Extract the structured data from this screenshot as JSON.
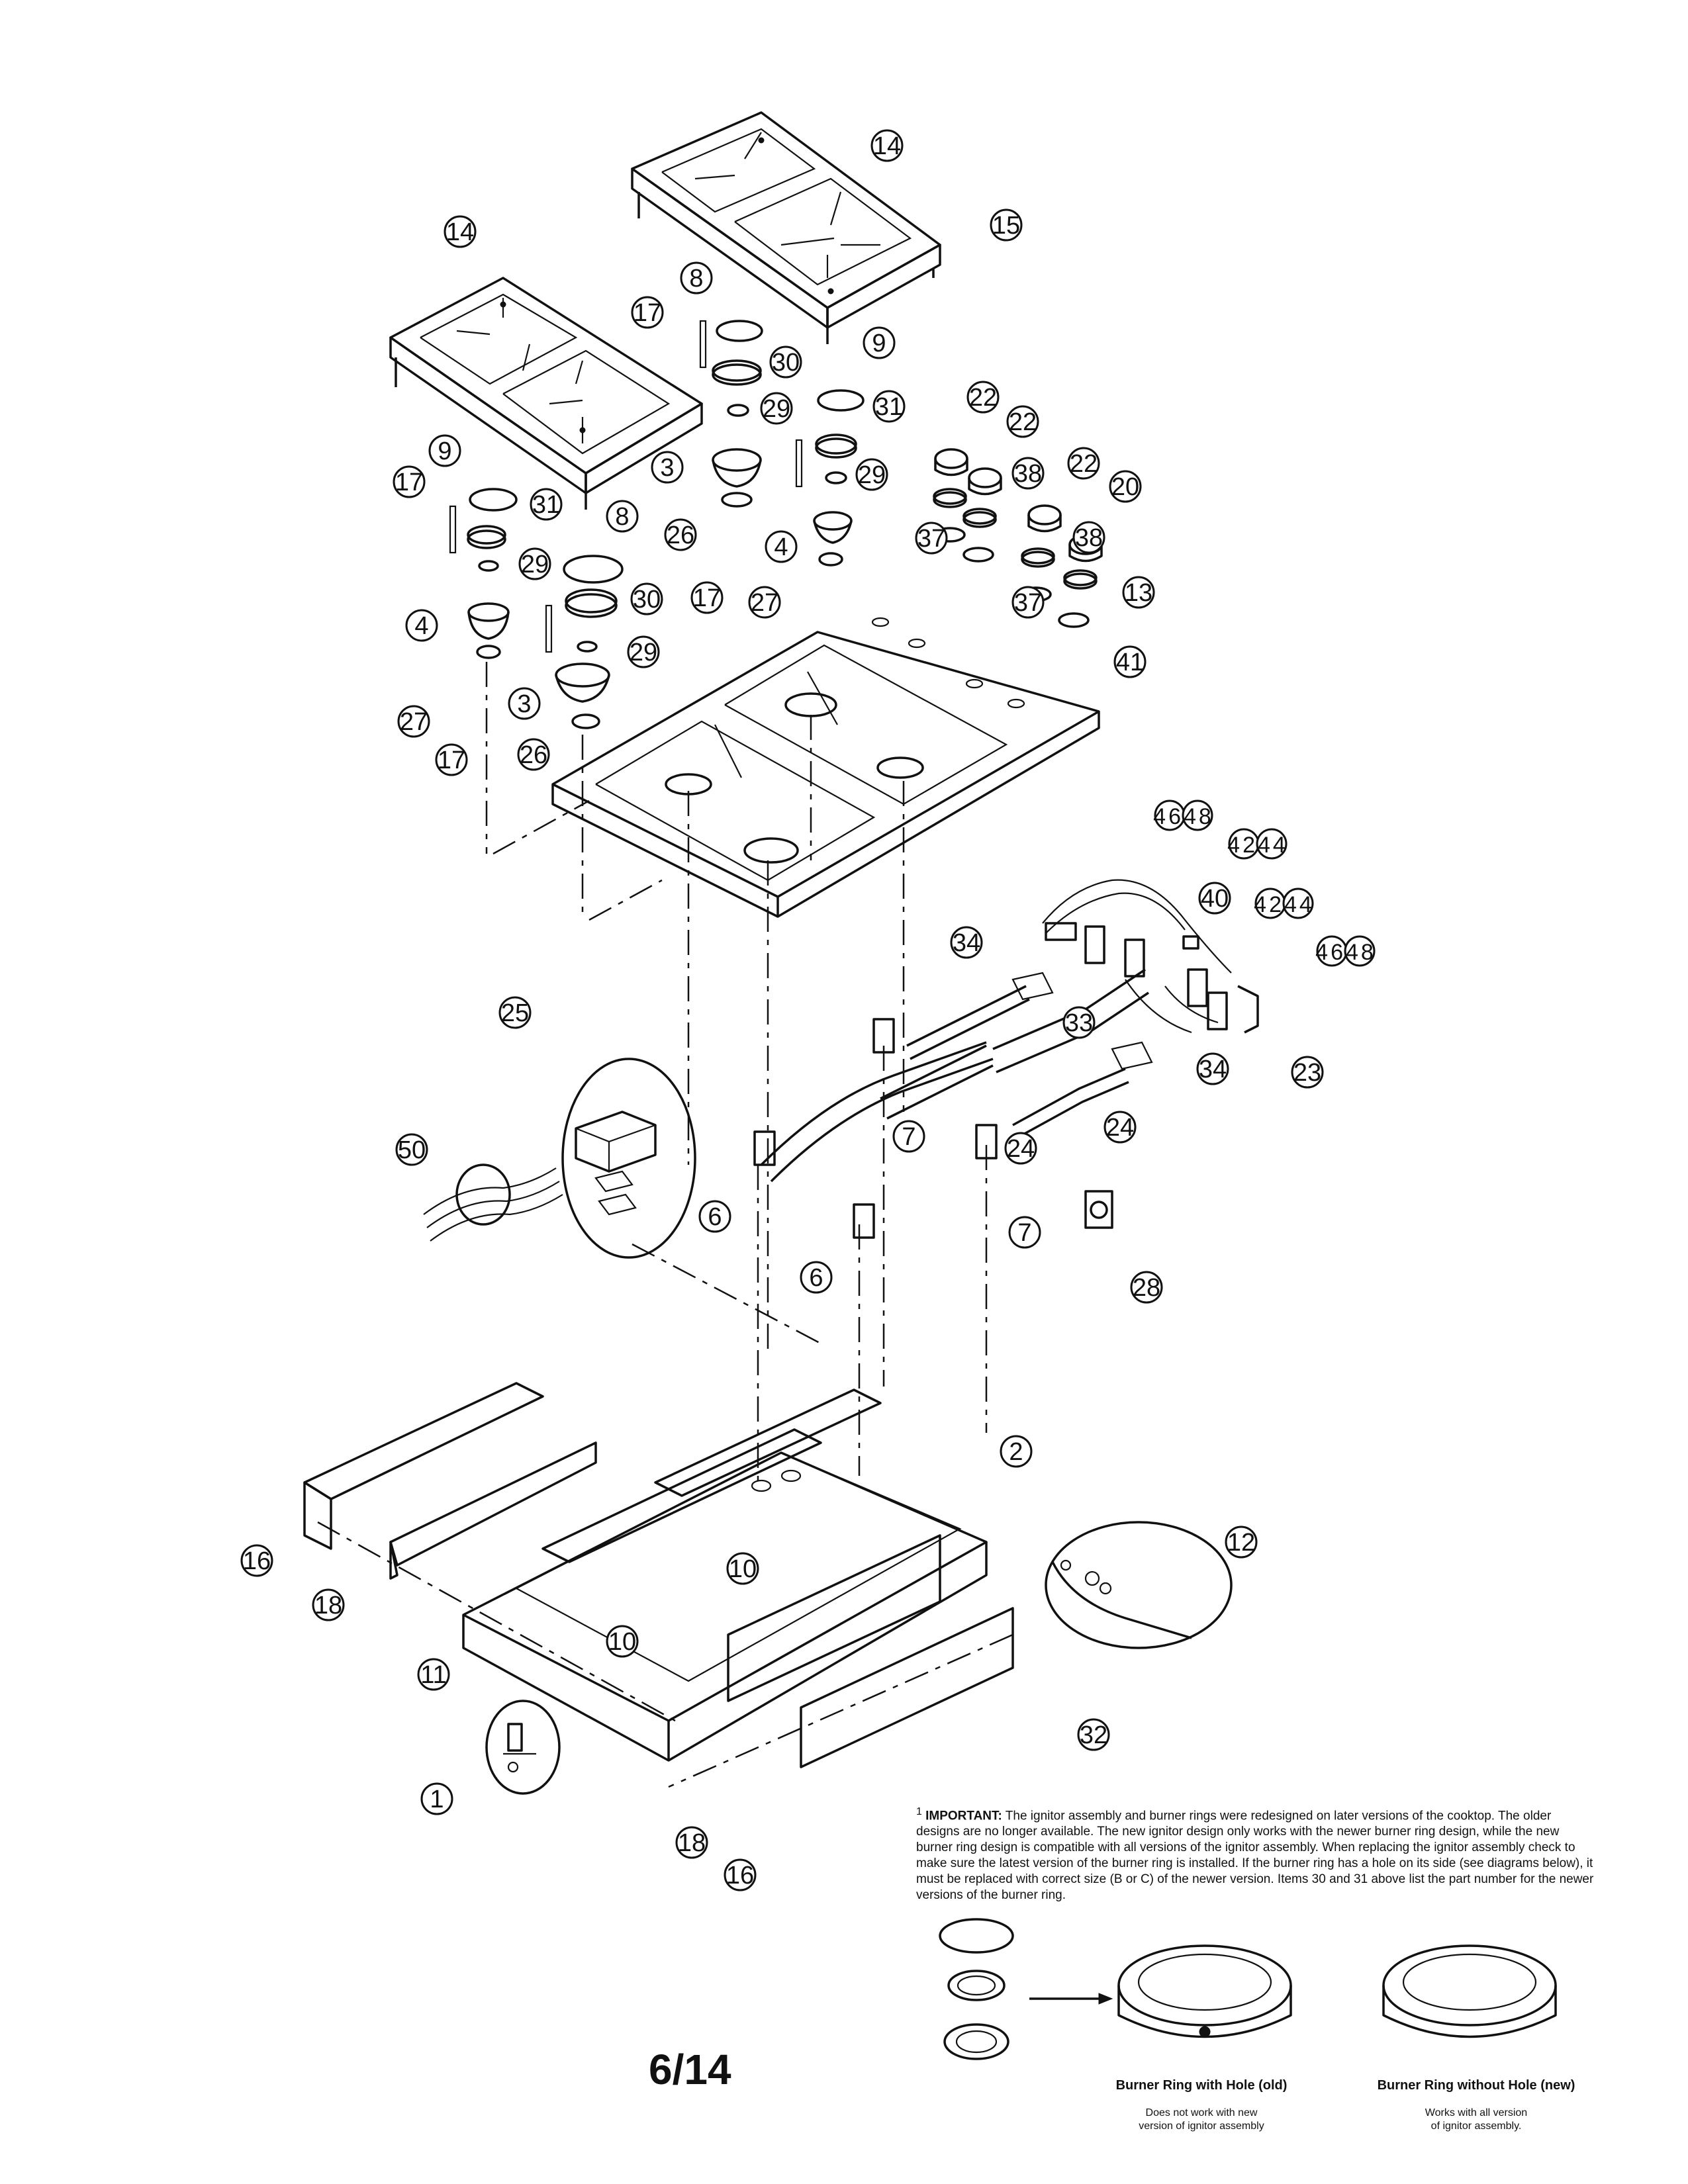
{
  "callouts": [
    {
      "id": "c1",
      "label": "1"
    },
    {
      "id": "c2",
      "label": "2"
    },
    {
      "id": "c3a",
      "label": "3"
    },
    {
      "id": "c3b",
      "label": "3"
    },
    {
      "id": "c4a",
      "label": "4"
    },
    {
      "id": "c4b",
      "label": "4"
    },
    {
      "id": "c6a",
      "label": "6"
    },
    {
      "id": "c6b",
      "label": "6"
    },
    {
      "id": "c7a",
      "label": "7"
    },
    {
      "id": "c7b",
      "label": "7"
    },
    {
      "id": "c8a",
      "label": "8"
    },
    {
      "id": "c8b",
      "label": "8"
    },
    {
      "id": "c9a",
      "label": "9"
    },
    {
      "id": "c9b",
      "label": "9"
    },
    {
      "id": "c10a",
      "label": "10"
    },
    {
      "id": "c10b",
      "label": "10"
    },
    {
      "id": "c11",
      "label": "11"
    },
    {
      "id": "c12",
      "label": "12"
    },
    {
      "id": "c13",
      "label": "13"
    },
    {
      "id": "c14a",
      "label": "14"
    },
    {
      "id": "c14b",
      "label": "14"
    },
    {
      "id": "c15",
      "label": "15"
    },
    {
      "id": "c16a",
      "label": "16"
    },
    {
      "id": "c16b",
      "label": "16"
    },
    {
      "id": "c17a",
      "label": "17"
    },
    {
      "id": "c17b",
      "label": "17"
    },
    {
      "id": "c17c",
      "label": "17"
    },
    {
      "id": "c17d",
      "label": "17"
    },
    {
      "id": "c18a",
      "label": "18"
    },
    {
      "id": "c18b",
      "label": "18"
    },
    {
      "id": "c20",
      "label": "20"
    },
    {
      "id": "c22a",
      "label": "22"
    },
    {
      "id": "c22b",
      "label": "22"
    },
    {
      "id": "c22c",
      "label": "22"
    },
    {
      "id": "c23",
      "label": "23"
    },
    {
      "id": "c24a",
      "label": "24"
    },
    {
      "id": "c24b",
      "label": "24"
    },
    {
      "id": "c25",
      "label": "25"
    },
    {
      "id": "c26a",
      "label": "26"
    },
    {
      "id": "c26b",
      "label": "26"
    },
    {
      "id": "c27a",
      "label": "27"
    },
    {
      "id": "c27b",
      "label": "27"
    },
    {
      "id": "c28",
      "label": "28"
    },
    {
      "id": "c29a",
      "label": "29"
    },
    {
      "id": "c29b",
      "label": "29"
    },
    {
      "id": "c29c",
      "label": "29"
    },
    {
      "id": "c29d",
      "label": "29"
    },
    {
      "id": "c30a",
      "label": "30"
    },
    {
      "id": "c30b",
      "label": "30"
    },
    {
      "id": "c31a",
      "label": "31"
    },
    {
      "id": "c31b",
      "label": "31"
    },
    {
      "id": "c32",
      "label": "32"
    },
    {
      "id": "c33",
      "label": "33"
    },
    {
      "id": "c34a",
      "label": "34"
    },
    {
      "id": "c34b",
      "label": "34"
    },
    {
      "id": "c37a",
      "label": "37"
    },
    {
      "id": "c37b",
      "label": "37"
    },
    {
      "id": "c38a",
      "label": "38"
    },
    {
      "id": "c38b",
      "label": "38"
    },
    {
      "id": "c40",
      "label": "40"
    },
    {
      "id": "c41",
      "label": "41"
    },
    {
      "id": "c4244a",
      "label": "4244"
    },
    {
      "id": "c4244b",
      "label": "4244"
    },
    {
      "id": "c4648a",
      "label": "4648"
    },
    {
      "id": "c4648b",
      "label": "4648"
    },
    {
      "id": "c50",
      "label": "50"
    }
  ],
  "note": {
    "superscript": "1",
    "heading": "IMPORTANT:",
    "body": "The ignitor assembly and burner rings were redesigned on later versions of the cooktop. The older designs are no longer available. The new ignitor design only works with the newer burner ring design, while the new burner ring design is compatible with all versions of the ignitor assembly. When replacing the ignitor assembly check to make sure the latest version of the burner ring is installed. If the burner ring has a hole on its side (see diagrams below), it must be replaced with correct size (B or C) of the newer version. Items 30 and 31 above list the part number for the newer versions of the burner ring."
  },
  "ring_old": {
    "title": "Burner Ring with Hole (old)",
    "sub1": "Does not work with new",
    "sub2": "version of ignitor assembly"
  },
  "ring_new": {
    "title": "Burner Ring without Hole (new)",
    "sub1": "Works with all version",
    "sub2": "of ignitor assembly."
  },
  "page_number": "6/14"
}
